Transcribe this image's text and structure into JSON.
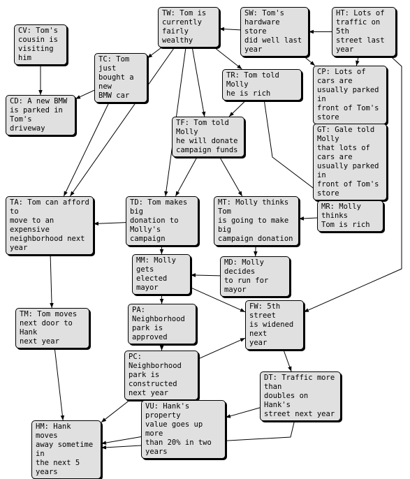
{
  "nodes": [
    {
      "id": "TW",
      "text": "TW: Tom is\ncurrently\nfairly wealthy"
    },
    {
      "id": "SW",
      "text": "SW: Tom's\nhardware store\ndid well last year"
    },
    {
      "id": "HT",
      "text": "HT: Lots of\ntraffic on 5th\nstreet last year"
    },
    {
      "id": "CV",
      "text": "CV: Tom's\ncousin is\nvisiting him"
    },
    {
      "id": "TC",
      "text": "TC: Tom just\nbought a new\nBMW car"
    },
    {
      "id": "TR",
      "text": "TR: Tom told Molly\nhe is rich"
    },
    {
      "id": "CP",
      "text": "CP: Lots of cars are\nusually parked in\nfront of Tom's store"
    },
    {
      "id": "CD",
      "text": "CD: A new BMW\nis parked in Tom's\ndriveway"
    },
    {
      "id": "TF",
      "text": "TF: Tom told Molly\nhe will donate\ncampaign funds"
    },
    {
      "id": "GT",
      "text": "GT: Gale told Molly\nthat lots of cars are\nusually parked in\nfront of Tom's store"
    },
    {
      "id": "TA",
      "text": "TA: Tom can afford to\nmove to an expensive\nneighborhood next year"
    },
    {
      "id": "TD",
      "text": "TD: Tom makes big\ndonation to Molly's\ncampaign"
    },
    {
      "id": "MT",
      "text": "MT: Molly thinks Tom\nis going to make big\ncampaign donation"
    },
    {
      "id": "MR",
      "text": "MR: Molly thinks\nTom is rich"
    },
    {
      "id": "MM",
      "text": "MM: Molly gets\nelected mayor"
    },
    {
      "id": "MD",
      "text": "MD: Molly decides\nto run for mayor"
    },
    {
      "id": "PA",
      "text": "PA: Neighborhood\npark is approved"
    },
    {
      "id": "FW",
      "text": "FW: 5th street\nis widened next\nyear"
    },
    {
      "id": "TM",
      "text": "TM: Tom moves\nnext door to Hank\nnext year"
    },
    {
      "id": "PC",
      "text": "PC: Neighborhood\npark is constructed\nnext year"
    },
    {
      "id": "DT",
      "text": "DT: Traffic more than\ndoubles on Hank's\nstreet next year"
    },
    {
      "id": "VU",
      "text": "VU: Hank's property\nvalue goes up more\nthan 20% in two years"
    },
    {
      "id": "HM",
      "text": "HM: Hank moves\naway sometime in\nthe next 5 years"
    }
  ],
  "edges": [
    [
      "SW",
      "TW"
    ],
    [
      "HT",
      "SW"
    ],
    [
      "HT",
      "CP"
    ],
    [
      "HT",
      "FW"
    ],
    [
      "SW",
      "CP"
    ],
    [
      "CV",
      "CD"
    ],
    [
      "TC",
      "CD"
    ],
    [
      "TW",
      "TC"
    ],
    [
      "TW",
      "TR"
    ],
    [
      "TW",
      "TF"
    ],
    [
      "TW",
      "TA"
    ],
    [
      "TW",
      "TD"
    ],
    [
      "TC",
      "TA"
    ],
    [
      "TR",
      "TF"
    ],
    [
      "TR",
      "MR"
    ],
    [
      "CP",
      "GT"
    ],
    [
      "GT",
      "MR"
    ],
    [
      "TF",
      "TD"
    ],
    [
      "TF",
      "MT"
    ],
    [
      "TD",
      "TA"
    ],
    [
      "MR",
      "MT"
    ],
    [
      "TA",
      "TM"
    ],
    [
      "TD",
      "MM"
    ],
    [
      "MT",
      "MD"
    ],
    [
      "MD",
      "MM"
    ],
    [
      "MM",
      "PA"
    ],
    [
      "MM",
      "FW"
    ],
    [
      "PA",
      "PC"
    ],
    [
      "PC",
      "FW"
    ],
    [
      "FW",
      "DT"
    ],
    [
      "TM",
      "HM"
    ],
    [
      "PC",
      "HM"
    ],
    [
      "PC",
      "VU"
    ],
    [
      "DT",
      "VU"
    ],
    [
      "VU",
      "HM"
    ],
    [
      "DT",
      "HM"
    ]
  ]
}
